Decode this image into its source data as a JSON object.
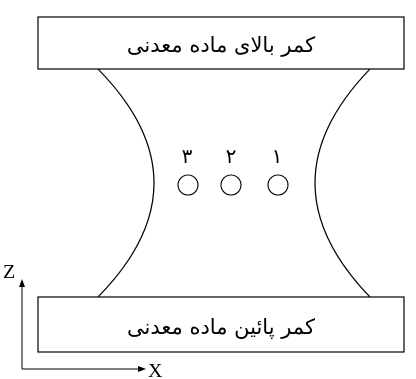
{
  "upper_wall": {
    "label": "کمر بالای ماده معدنی"
  },
  "lower_wall": {
    "label": "کمر پائین ماده معدنی"
  },
  "points": [
    {
      "label": "۱"
    },
    {
      "label": "۲"
    },
    {
      "label": "۳"
    }
  ],
  "axes": {
    "z_label": "Z",
    "x_label": "X"
  }
}
